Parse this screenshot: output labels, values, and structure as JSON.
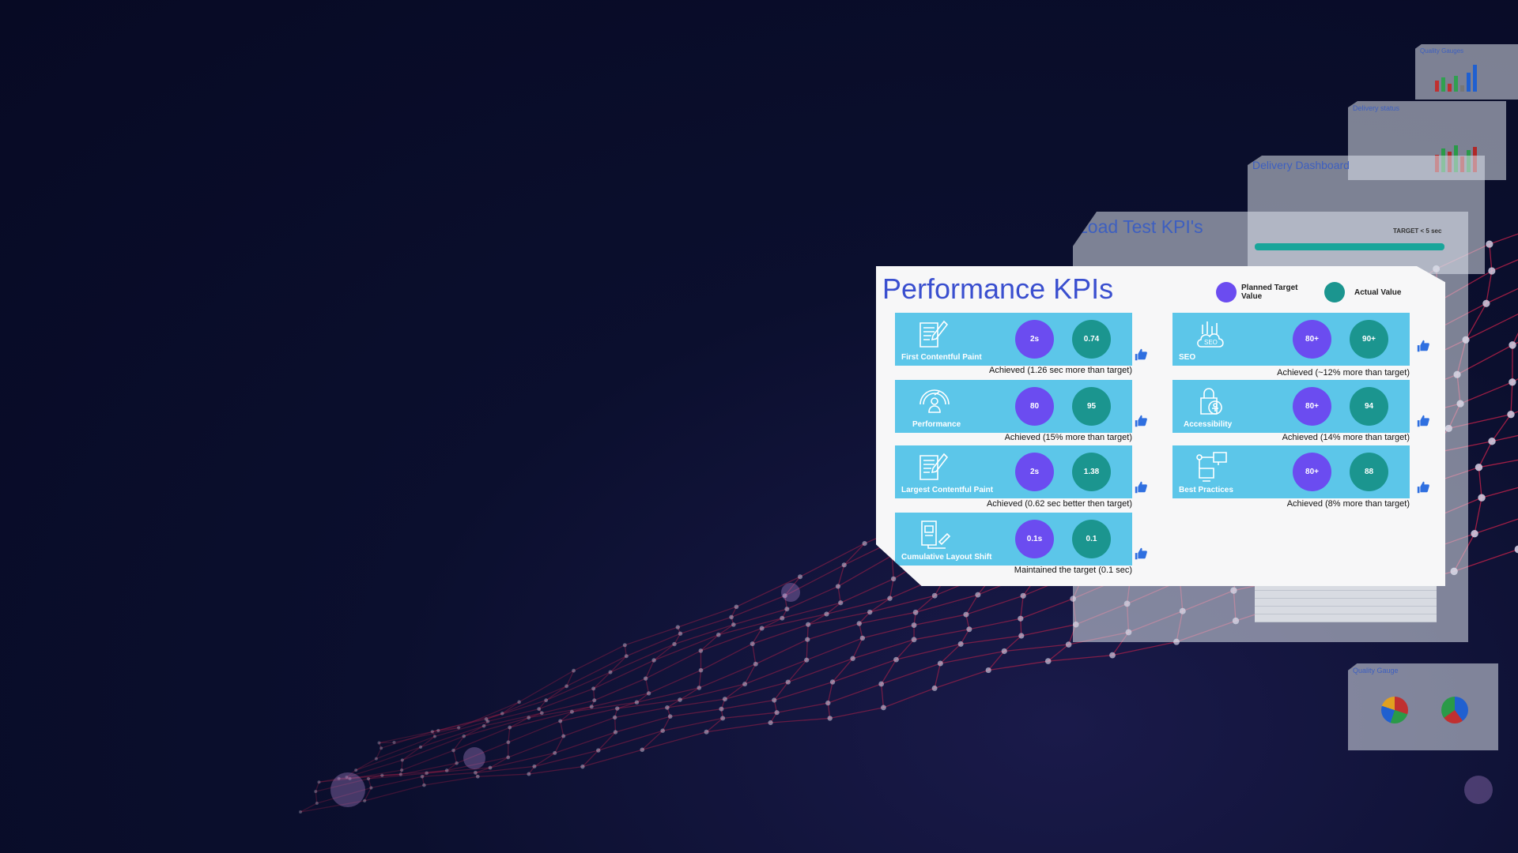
{
  "background": {
    "ghost_slides": [
      {
        "title": "Quality Gauges"
      },
      {
        "title": "Delivery status"
      },
      {
        "title": "Delivery Dashboard"
      },
      {
        "title": "Load Test KPI's",
        "badge": "TARGET < 5 sec"
      },
      {
        "title": "Quality Gauge"
      }
    ]
  },
  "panel": {
    "title": "Performance KPIs",
    "legend": [
      {
        "label": "Planned Target Value",
        "color": "#6b4cf0"
      },
      {
        "label": "Actual Value",
        "color": "#1b958f"
      }
    ],
    "left": [
      {
        "name": "First Contentful Paint",
        "icon": "document-pen-icon",
        "planned": "2s",
        "actual": "0.74",
        "note": "Achieved (1.26 sec more than target)"
      },
      {
        "name": "Performance",
        "icon": "speedometer-person-icon",
        "planned": "80",
        "actual": "95",
        "note": "Achieved (15% more than target)"
      },
      {
        "name": "Largest Contentful Paint",
        "icon": "document-pen-icon",
        "planned": "2s",
        "actual": "1.38",
        "note": "Achieved (0.62 sec better then target)"
      },
      {
        "name": "Cumulative Layout Shift",
        "icon": "layout-document-icon",
        "planned": "0.1s",
        "actual": "0.1",
        "note": "Maintained the target (0.1 sec)"
      }
    ],
    "right": [
      {
        "name": "SEO",
        "icon": "seo-cloud-icon",
        "planned": "80+",
        "actual": "90+",
        "note": "Achieved (~12% more than target)"
      },
      {
        "name": "Accessibility",
        "icon": "accessibility-lock-icon",
        "planned": "80+",
        "actual": "94",
        "note": "Achieved (14% more than target)"
      },
      {
        "name": "Best Practices",
        "icon": "devices-network-icon",
        "planned": "80+",
        "actual": "88",
        "note": "Achieved (8% more than target)"
      }
    ],
    "thumb_icon": "thumbs-up-icon",
    "tile_color": "#5cc6e9",
    "title_color": "#3a4fcf"
  }
}
